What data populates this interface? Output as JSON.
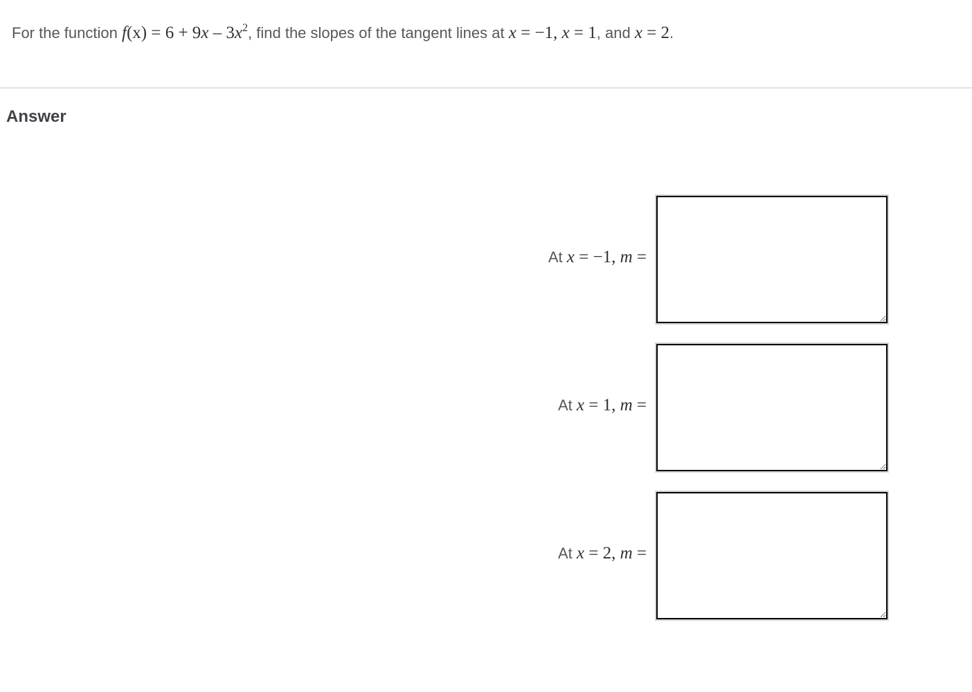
{
  "question": {
    "prefix": "For the function ",
    "func_name": "f",
    "func_arg": "(x)",
    "equals": " = ",
    "expr_part1": "6 + 9",
    "expr_x1": "x",
    "expr_part2": " – 3",
    "expr_x2": "x",
    "expr_exp": "2",
    "middle": ", find the slopes of the tangent lines at ",
    "x1_var": "x",
    "x1_val": " = −1, ",
    "x2_var": "x",
    "x2_val": " = 1",
    "and_text": ", and ",
    "x3_var": "x",
    "x3_val": " = 2",
    "suffix": "."
  },
  "answer": {
    "heading": "Answer",
    "rows": [
      {
        "at": "At ",
        "var": "x",
        "value": " = −1, ",
        "m": "m",
        "eq": " =",
        "input_value": ""
      },
      {
        "at": "At ",
        "var": "x",
        "value": " = 1, ",
        "m": "m",
        "eq": " =",
        "input_value": ""
      },
      {
        "at": "At ",
        "var": "x",
        "value": " = 2, ",
        "m": "m",
        "eq": " =",
        "input_value": ""
      }
    ]
  }
}
